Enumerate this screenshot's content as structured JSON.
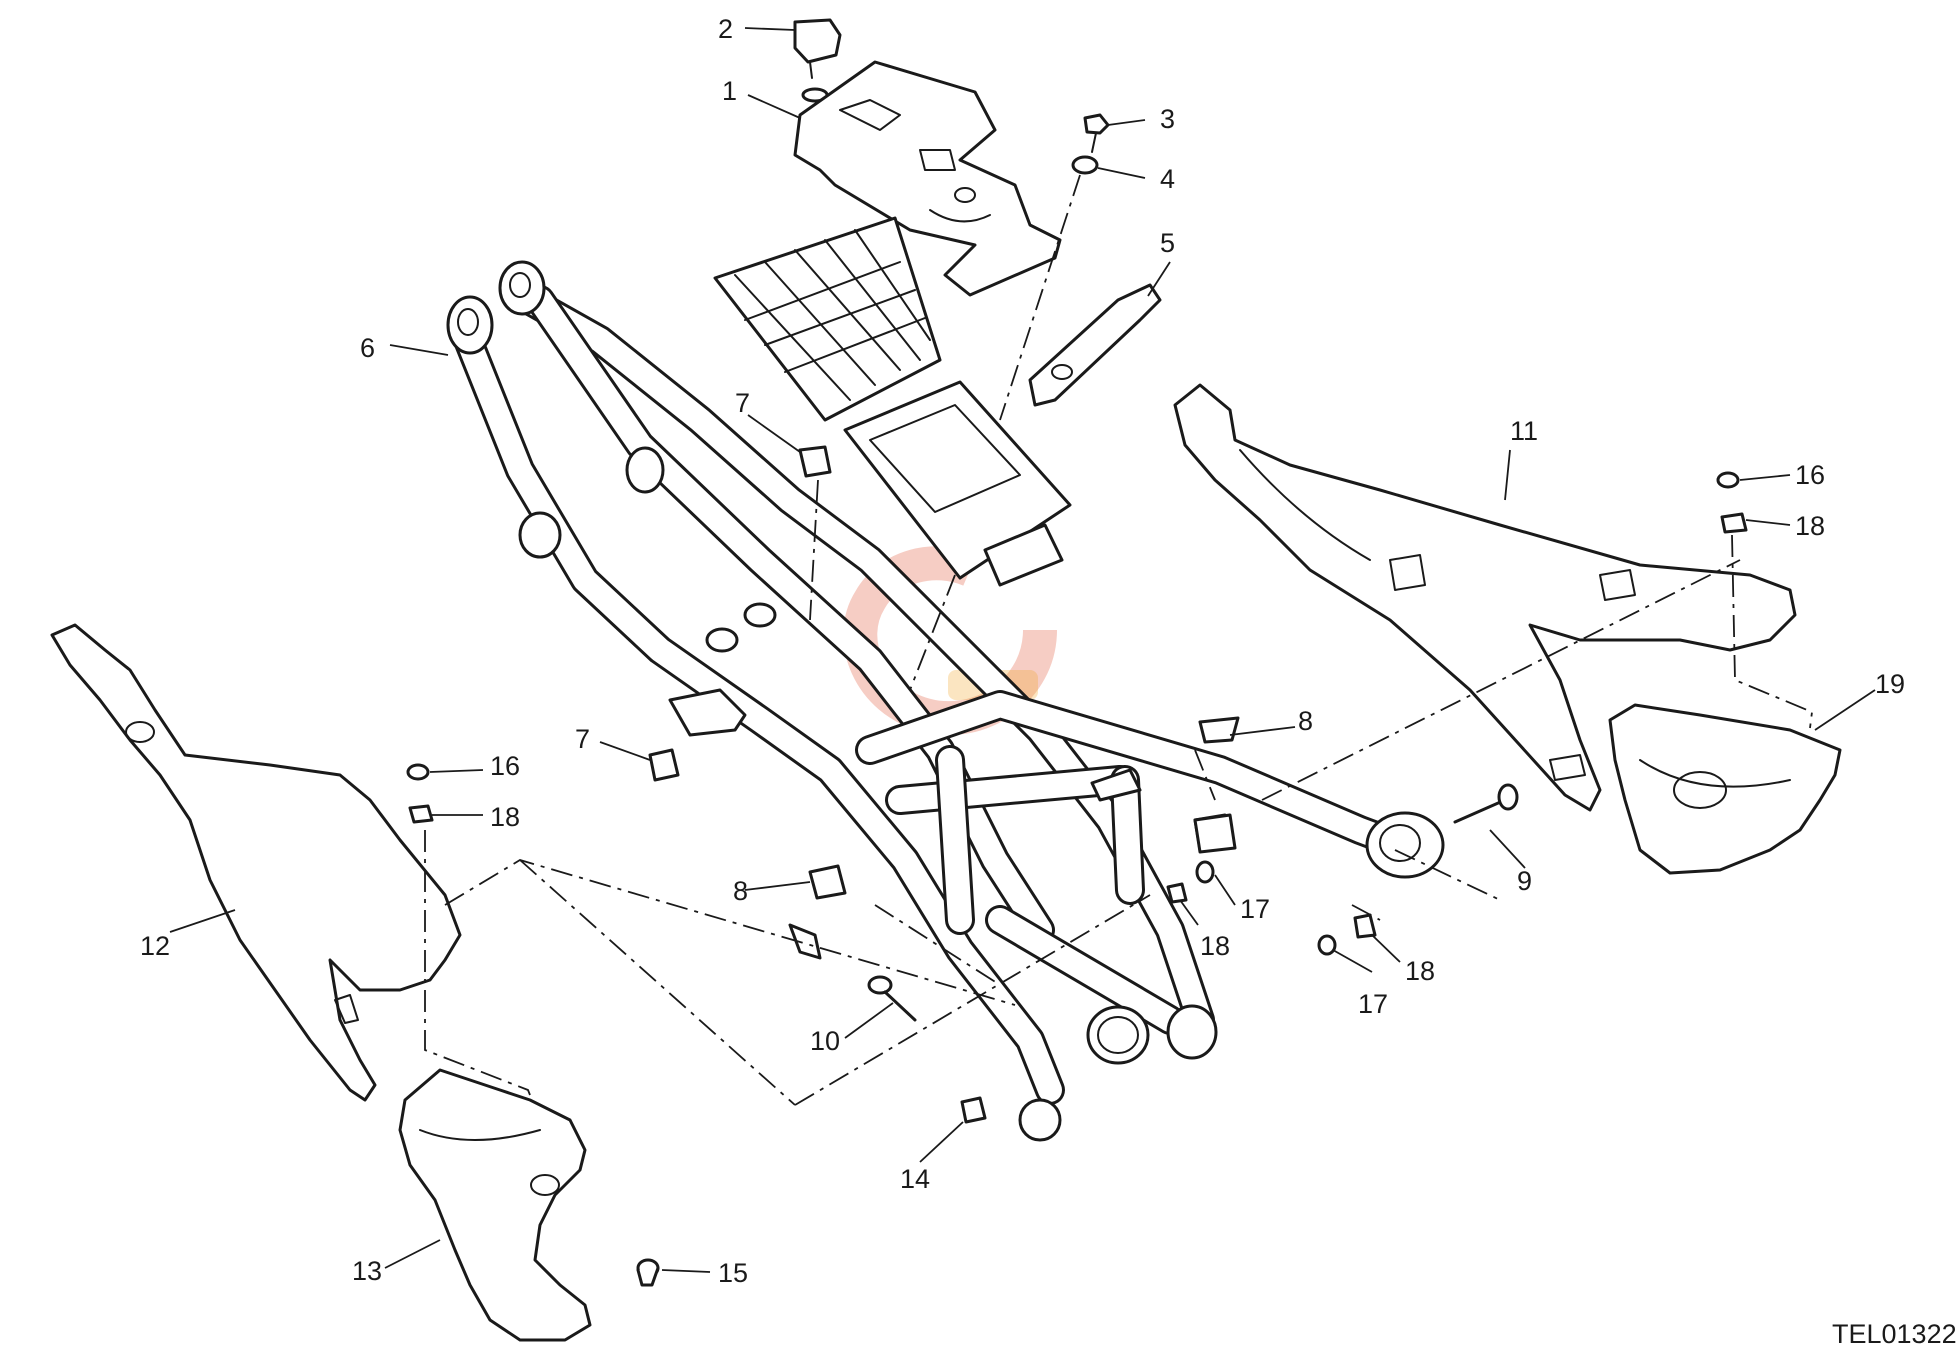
{
  "drawing_code": "TEL01322",
  "watermark": {
    "colors": [
      "#e04a2a",
      "#f0a020"
    ]
  },
  "callouts": [
    "1",
    "2",
    "3",
    "4",
    "5",
    "6",
    "7",
    "7",
    "8",
    "8",
    "9",
    "10",
    "11",
    "12",
    "13",
    "14",
    "15",
    "16",
    "16",
    "17",
    "17",
    "18",
    "18",
    "18",
    "18",
    "19"
  ]
}
